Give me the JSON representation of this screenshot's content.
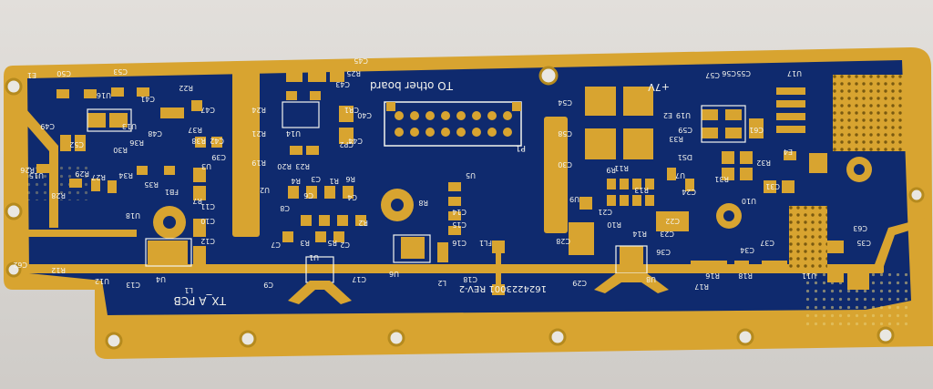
{
  "colors": {
    "background": "#d9d6d2",
    "soldermask": "#0f2a6e",
    "soldermask_dark": "#0a1f55",
    "gold": "#d8a430",
    "gold_light": "#e9c04a",
    "silkscreen": "#f4f4ee"
  },
  "board": {
    "title": "TX_A PCB",
    "revision": "1624223001 REV-2",
    "connector_label": "TO other board",
    "connector_ref": "P1",
    "power_label": "+7V"
  },
  "refs": [
    "C50",
    "C53",
    "U16",
    "R22",
    "C41",
    "C49",
    "C52",
    "U13",
    "R30",
    "R36",
    "C48",
    "C47",
    "R37",
    "R38",
    "C42",
    "C39",
    "R24",
    "R21",
    "R19",
    "R20",
    "R23",
    "C40",
    "CR1",
    "U14",
    "C43",
    "R25",
    "C45",
    "C44",
    "CP2",
    "U15",
    "R28",
    "R29",
    "R27",
    "R26",
    "R35",
    "R34",
    "FB1",
    "R7",
    "U3",
    "C10",
    "C11",
    "C12",
    "U18",
    "U4",
    "C13",
    "U12",
    "C62",
    "R12",
    "L1",
    "U2",
    "C9",
    "C8",
    "C7",
    "R3",
    "R5",
    "R4",
    "C6",
    "R1",
    "R6",
    "C3",
    "C2",
    "C4",
    "R2",
    "U1",
    "C17",
    "U6",
    "R8",
    "C14",
    "C15",
    "C16",
    "U5",
    "L2",
    "C18",
    "FL1",
    "C28",
    "C29",
    "U8",
    "C30",
    "C54",
    "C58",
    "C57",
    "C56",
    "C55",
    "U17",
    "C59",
    "R33",
    "U19",
    "E2",
    "DS1",
    "C61",
    "C21",
    "R9",
    "R11",
    "R10",
    "R13",
    "R14",
    "U7",
    "C24",
    "C23",
    "C22",
    "C36",
    "U9",
    "R31",
    "R32",
    "C31",
    "U10",
    "E4",
    "C34",
    "C37",
    "R16",
    "R17",
    "R18",
    "U11",
    "C35",
    "C63",
    "E1"
  ]
}
